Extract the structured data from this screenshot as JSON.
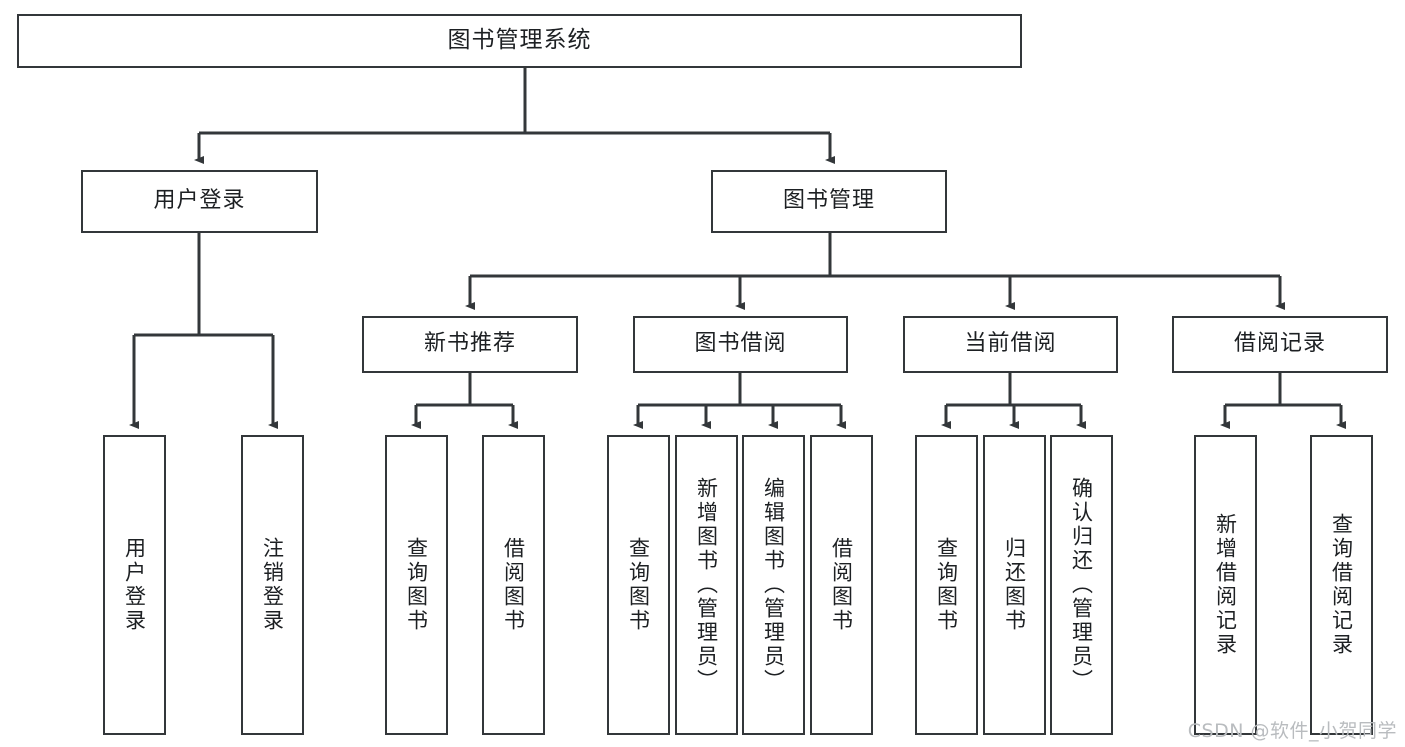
{
  "diagram": {
    "type": "tree",
    "title": "图书管理系统",
    "root": {
      "label": "图书管理系统"
    },
    "level2": [
      {
        "label": "用户登录"
      },
      {
        "label": "图书管理"
      }
    ],
    "level3": [
      {
        "label": "新书推荐"
      },
      {
        "label": "图书借阅"
      },
      {
        "label": "当前借阅"
      },
      {
        "label": "借阅记录"
      }
    ],
    "leaves": {
      "user_login": [
        {
          "label": "用户登录"
        },
        {
          "label": "注销登录"
        }
      ],
      "new_book_recommend": [
        {
          "label": "查询图书"
        },
        {
          "label": "借阅图书"
        }
      ],
      "book_borrow": [
        {
          "label": "查询图书"
        },
        {
          "label": "新增图书（管理员）"
        },
        {
          "label": "编辑图书（管理员）"
        },
        {
          "label": "借阅图书"
        }
      ],
      "current_borrow": [
        {
          "label": "查询图书"
        },
        {
          "label": "归还图书"
        },
        {
          "label": "确认归还（管理员）"
        }
      ],
      "borrow_record": [
        {
          "label": "新增借阅记录"
        },
        {
          "label": "查询借阅记录"
        }
      ]
    },
    "watermark": "CSDN @软件_小贺同学",
    "colors": {
      "stroke": "#33373a",
      "text": "#1d2023",
      "background": "#ffffff",
      "watermark": "#b9bcbf"
    }
  }
}
